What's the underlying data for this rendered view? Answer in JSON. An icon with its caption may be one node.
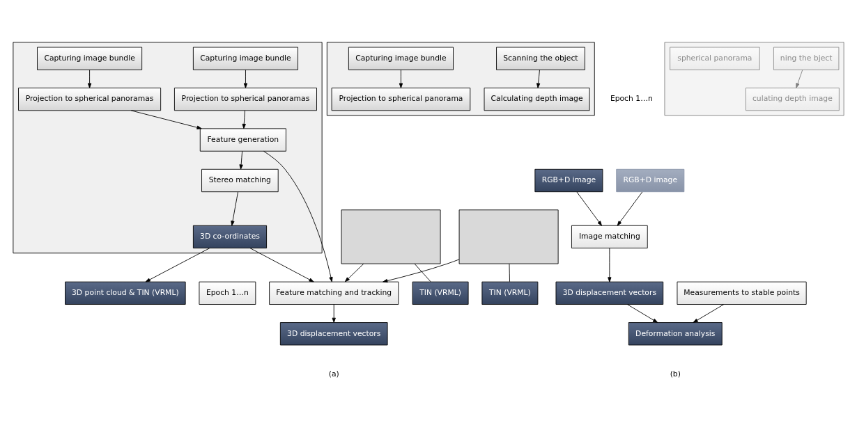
{
  "diagram": {
    "nodes": [
      {
        "text": [],
        "shape": "box"
      },
      {
        "text": [
          "Capturing image bundle"
        ],
        "in": 0
      },
      {
        "text": [
          "Capturing image bundle"
        ],
        "in": 0
      },
      {
        "text": [
          "Projection to spherical panoramas"
        ],
        "in": 0
      },
      {
        "text": [
          "Projection to spherical panoramas"
        ],
        "in": 0
      },
      {
        "text": [
          "Feature generation"
        ],
        "in": 0
      },
      {
        "text": [
          "Stereo matching"
        ],
        "in": 0
      },
      {
        "text": [
          "3D co-ordinates"
        ],
        "in": 0
      },
      {
        "text": [],
        "shape": "box"
      },
      {
        "text": [],
        "shape": "box"
      },
      {
        "text": [
          "Epoch 1…n"
        ]
      },
      {
        "text": [
          "3D point cloud & TIN (VRML)"
        ]
      },
      {
        "text": [
          "TIN (VRML)"
        ]
      },
      {
        "text": [
          "TIN (VRML)"
        ]
      },
      {
        "text": [
          "Feature matching and tracking"
        ]
      },
      {
        "text": [
          "3D displacement vectors"
        ]
      },
      {
        "text": [],
        "shape": "box"
      },
      {
        "text": [
          "Capturing image bundle"
        ],
        "in": 16
      },
      {
        "text": [
          "Scanning the object"
        ],
        "in": 16
      },
      {
        "text": [
          "Projection to spherical panorama"
        ],
        "in": 16
      },
      {
        "text": [
          "Calculating depth image"
        ],
        "in": 16
      },
      {
        "text": [
          "RGB+D image"
        ]
      },
      {
        "text": [],
        "shape": "box"
      },
      {
        "text": [
          "ning the bject"
        ],
        "in": 22
      },
      {
        "text": [
          "culating depth image"
        ],
        "in": 22
      },
      {
        "text": [
          "spherical panorama"
        ],
        "in": 22
      },
      {
        "text": [
          "RGB+D image"
        ]
      },
      {
        "text": [
          "Image matching"
        ]
      },
      {
        "text": [
          "3D displacement vectors"
        ]
      },
      {
        "text": [
          "Measurements to stable points"
        ]
      },
      {
        "text": [
          "Deformation analysis"
        ]
      }
    ],
    "edges": [
      {
        "from": 1,
        "to": 3,
        "arrow": "to"
      },
      {
        "from": 2,
        "to": 4,
        "arrow": "to"
      },
      {
        "from": 3,
        "to": 5,
        "arrow": "to"
      },
      {
        "from": 4,
        "to": 5,
        "arrow": "to"
      },
      {
        "from": 5,
        "to": 6,
        "arrow": "to"
      },
      {
        "from": 6,
        "to": 7,
        "arrow": "to"
      },
      {
        "from": 7,
        "to": 11,
        "arrow": "to"
      },
      {
        "from": 8,
        "to": 12,
        "arrow": "none"
      },
      {
        "from": 9,
        "to": 13,
        "arrow": "none"
      },
      {
        "from": 5,
        "to": 14,
        "arrow": "to"
      },
      {
        "from": 7,
        "to": 14,
        "arrow": "to"
      },
      {
        "from": 8,
        "to": 14,
        "arrow": "to"
      },
      {
        "from": 9,
        "to": 14,
        "arrow": "to"
      },
      {
        "from": 14,
        "to": 15,
        "arrow": "to"
      },
      {
        "from": 17,
        "to": 19,
        "arrow": "to"
      },
      {
        "from": 18,
        "to": 20,
        "arrow": "to"
      },
      {
        "from": 23,
        "to": 24,
        "arrow": "to",
        "color": "#808080"
      },
      {
        "from": 21,
        "to": 27,
        "arrow": "to"
      },
      {
        "from": 26,
        "to": 27,
        "arrow": "to"
      },
      {
        "from": 27,
        "to": 28,
        "arrow": "to"
      },
      {
        "from": 28,
        "to": 30,
        "arrow": "to"
      },
      {
        "from": 29,
        "to": 30,
        "arrow": "to"
      }
    ],
    "labels": [
      "Epoch 1…n",
      "(a)",
      "(b)"
    ]
  }
}
